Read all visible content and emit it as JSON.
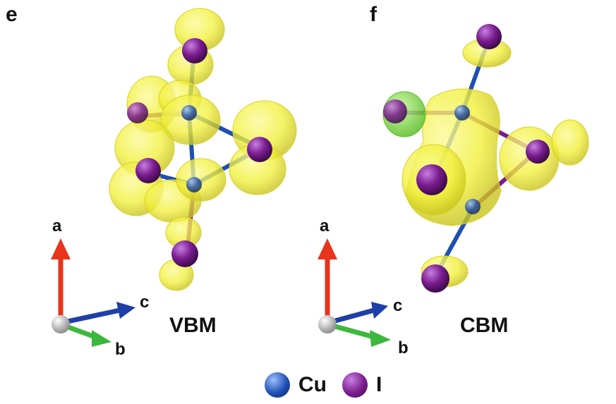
{
  "panels": [
    {
      "letter": "e",
      "state": "VBM"
    },
    {
      "letter": "f",
      "state": "CBM"
    }
  ],
  "axes": {
    "a": "a",
    "b": "b",
    "c": "c"
  },
  "legend": [
    {
      "label": "Cu",
      "color": "#1f4fb3"
    },
    {
      "label": "I",
      "color": "#7a1c8f"
    }
  ],
  "colors": {
    "isosurface": "#f2f03a",
    "isosurface_negative": "#7fd44a",
    "cu": "#1f4fb3",
    "i": "#7a1c8f",
    "axis_a": "#e8341c",
    "axis_b": "#3cb83c",
    "axis_c": "#1f3fa8",
    "origin": "#d9d9d9"
  }
}
